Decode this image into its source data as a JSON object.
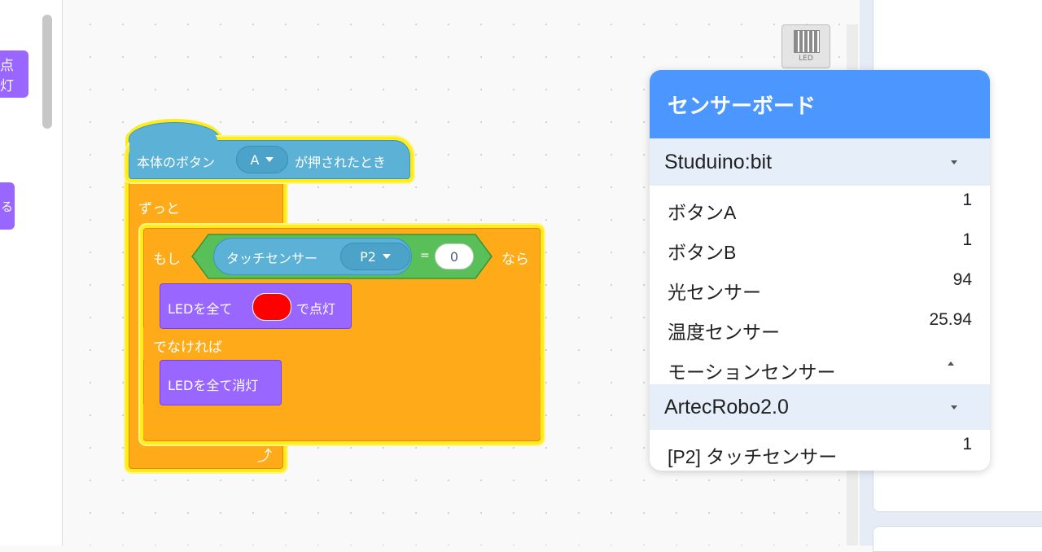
{
  "palette": {
    "block1_label": "点灯",
    "block2_label": "る"
  },
  "stage": {
    "led_caption": "LED"
  },
  "script": {
    "hat_prefix": "本体のボタン",
    "hat_button_value": "A",
    "hat_suffix": "が押されたとき",
    "forever_label": "ずっと",
    "if_label": "もし",
    "sensor_label": "タッチセンサー",
    "sensor_port": "P2",
    "equals": "=",
    "compare_value": "0",
    "then_label": "なら",
    "led_on_prefix": "LEDを全て",
    "led_on_suffix": "で点灯",
    "led_color": "#ff0000",
    "else_label": "でなければ",
    "led_off_label": "LEDを全て消灯"
  },
  "sensor_panel": {
    "title": "センサーボード",
    "sections": [
      {
        "name": "Studuino:bit",
        "rows": [
          {
            "label": "ボタンA",
            "value": "1"
          },
          {
            "label": "ボタンB",
            "value": "1"
          },
          {
            "label": "光センサー",
            "value": "94"
          },
          {
            "label": "温度センサー",
            "value": "25.94"
          },
          {
            "label": "モーションセンサー",
            "value": ""
          }
        ]
      },
      {
        "name": "ArtecRobo2.0",
        "rows": [
          {
            "label": "[P2] タッチセンサー",
            "value": "1"
          }
        ]
      }
    ]
  },
  "colors": {
    "event": "#5cb1d6",
    "control": "#ffab19",
    "looks": "#9966ff",
    "operator": "#59c059",
    "highlight": "#ffec1a",
    "panel_header": "#4c97ff"
  }
}
